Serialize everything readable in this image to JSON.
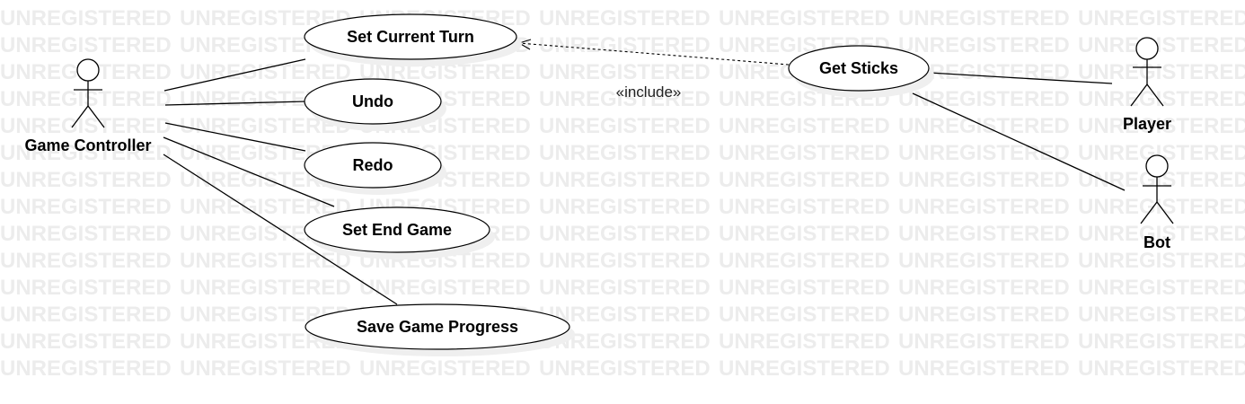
{
  "watermark": {
    "text": "UNREGISTERED"
  },
  "actors": [
    {
      "id": "game-controller",
      "label": "Game Controller"
    },
    {
      "id": "player",
      "label": "Player"
    },
    {
      "id": "bot",
      "label": "Bot"
    }
  ],
  "use_cases": [
    {
      "id": "set-current-turn",
      "label": "Set Current Turn"
    },
    {
      "id": "undo",
      "label": "Undo"
    },
    {
      "id": "redo",
      "label": "Redo"
    },
    {
      "id": "set-end-game",
      "label": "Set End Game"
    },
    {
      "id": "save-game-progress",
      "label": "Save Game Progress"
    },
    {
      "id": "get-sticks",
      "label": "Get Sticks"
    }
  ],
  "associations": [
    {
      "from": "game-controller",
      "to": "set-current-turn"
    },
    {
      "from": "game-controller",
      "to": "undo"
    },
    {
      "from": "game-controller",
      "to": "redo"
    },
    {
      "from": "game-controller",
      "to": "set-end-game"
    },
    {
      "from": "game-controller",
      "to": "save-game-progress"
    },
    {
      "from": "player",
      "to": "get-sticks"
    },
    {
      "from": "bot",
      "to": "get-sticks"
    }
  ],
  "includes": [
    {
      "from": "get-sticks",
      "to": "set-current-turn",
      "stereotype": "«include»"
    }
  ]
}
